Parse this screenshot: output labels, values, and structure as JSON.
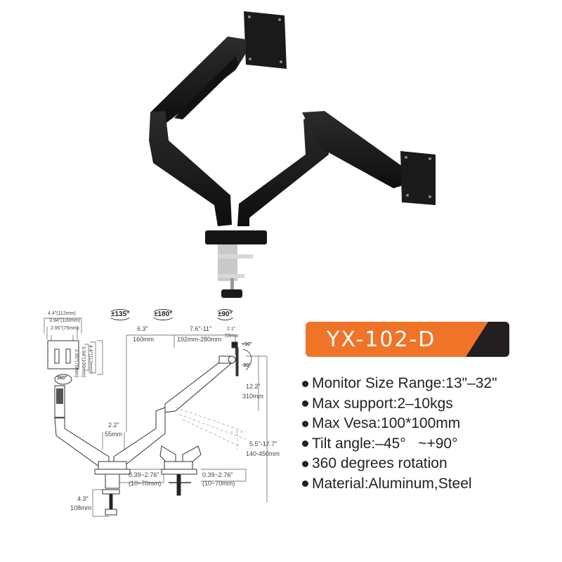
{
  "model": {
    "name": "YX-102-D",
    "badge_color": "#f07428",
    "badge_accent": "#231f20"
  },
  "specs": [
    {
      "text": "Monitor Size Range:13\"–32\""
    },
    {
      "text": "Max support:2–10kgs"
    },
    {
      "text": "Max Vesa:100*100mm"
    },
    {
      "text": "Tilt angle:–45°   ~+90°"
    },
    {
      "text": "360 degrees rotation"
    },
    {
      "text": "Material:Aluminum,Steel"
    }
  ],
  "diagram": {
    "vesa": {
      "width_outer": "4.4\"(112mm)",
      "width_mid": "3.94\"(100mm)",
      "width_inner": "2.95\"(75mm)",
      "height_inner": "2.95\"(75mm)",
      "height_mid": "3.94\"(100mm)",
      "height_outer": "4.4\"(112mm)"
    },
    "rotations": {
      "r1": "±135°",
      "r2": "±180°",
      "r3": "±90°",
      "swivel": "360°",
      "tilt_up": "+90°",
      "tilt_down": "-90°"
    },
    "dimensions": {
      "arm1_in": "6.3\"",
      "arm1_mm": "160mm",
      "arm2_in": "7.6\"-11\"",
      "arm2_mm": "192mm-280mm",
      "head_in": "2.1\"",
      "head_mm": "53mm",
      "vertical_in": "12.2\"",
      "vertical_mm": "310mm",
      "height_range_in": "5.5\"-17.7\"",
      "height_range_mm": "140-450mm",
      "pole_gap_in": "2.2\"",
      "pole_gap_mm": "55mm",
      "clamp_in": "0.39~2.76\"",
      "clamp_mm": "(10~70mm)",
      "grommet_in": "0.39~2.76\"",
      "grommet_mm": "(10~70mm)",
      "clamp_depth_in": "4.3\"",
      "clamp_depth_mm": "108mm"
    }
  }
}
